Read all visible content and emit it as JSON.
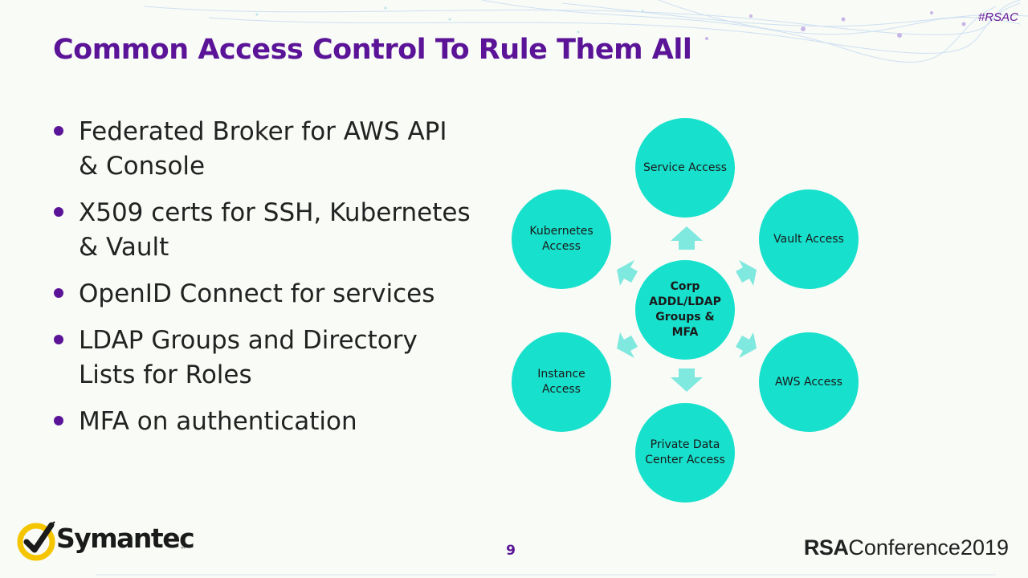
{
  "slide": {
    "hashtag": "#RSAC",
    "title": "Common Access Control To Rule Them All",
    "bullets": [
      "Federated Broker for AWS API & Console",
      "X509 certs for SSH, Kubernetes & Vault",
      "OpenID Connect for services",
      "LDAP Groups and Directory Lists for Roles",
      "MFA on authentication"
    ],
    "page_number": "9"
  },
  "diagram": {
    "center": "Corp ADDL/LDAP Groups & MFA",
    "nodes": {
      "top": "Service Access",
      "upper_right": "Vault Access",
      "lower_right": "AWS Access",
      "bottom": "Private Data Center Access",
      "lower_left": "Instance Access",
      "upper_left": "Kubernetes Access"
    }
  },
  "footer": {
    "brand": "Symantec",
    "trademark": "™",
    "conference_brand": "RSA",
    "conference_name": "Conference2019"
  },
  "colors": {
    "title": "#5b1497",
    "circle": "#17e0cc",
    "arrow": "#7fe8df",
    "logo_yellow": "#f5c500"
  }
}
